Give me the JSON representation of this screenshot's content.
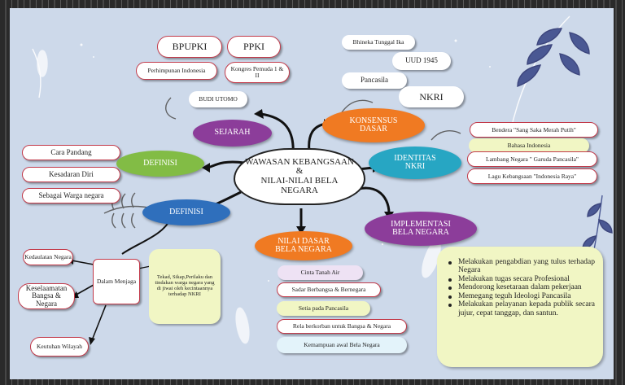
{
  "colors": {
    "background": "#cdd9ea",
    "purple": "#8c3d9a",
    "green": "#82bc45",
    "blue": "#2f6fbc",
    "orange": "#f07a22",
    "teal": "#27a6c3",
    "note_green": "#f1f6c4",
    "accent_red": "#c23a4a"
  },
  "center": {
    "line1": "WAWASAN KEBANGSAAN",
    "line2": "&",
    "line3": "NILAI-NILAI BELA NEGARA"
  },
  "sejarah": {
    "title": "SEJARAH",
    "items": [
      "BPUPKI",
      "PPKI",
      "Perhimpunan Indonesia",
      "Kongres Pemuda 1 & II",
      "BUDI UTOMO"
    ]
  },
  "konsensus": {
    "title": "KONSENSUS DASAR",
    "items": [
      "Bhineka Tunggal Ika",
      "UUD 1945",
      "Pancasila",
      "NKRI"
    ]
  },
  "identitas": {
    "title": "IDENTITAS NKRI",
    "items": [
      "Bendera \"Sang Saka Merah Putih\"",
      "Bahasa Indonesia",
      "Lambang Negara \" Garuda Pancasila\"",
      "Lagu Kebangsaan \"Indonesia Raya\""
    ]
  },
  "definisi1": {
    "title": "DEFINISI",
    "items": [
      "Cara Pandang",
      "Kesadaran Diri",
      "Sebagai Warga negara"
    ]
  },
  "definisi2": {
    "title": "DEFINISI",
    "hub": "Dalam Menjaga",
    "items": [
      "Kedaulatan Negara",
      "Keselaamatan Bangsa & Negara",
      "Keutuhan Wilayah"
    ],
    "note": "Tekad, Sikap,Perilaku dan tindakan warga negara yang di jiwai oleh kecintaannya terhadap NKRI"
  },
  "nilai": {
    "title": "NILAI DASAR BELA NEGARA",
    "items": [
      "Cinta Tanah Air",
      "Sadar Berbangsa & Bernegara",
      "Setia pada Pancasila",
      "Rela berkorban untuk Bangsa & Negara",
      "Kemampuan awal Bela Negara"
    ]
  },
  "implementasi": {
    "title": "IMPLEMENTASI BELA NEGARA",
    "items": [
      "Melakukan pengabdian yang tulus terhadap Negara",
      "Melakukan tugas secara Profesional",
      "Mendorong kesetaraan dalam pekerjaan",
      "Memegang teguh Ideologi Pancasila",
      "Melakukan pelayanan kepada publik secara jujur, cepat tanggap, dan santun."
    ]
  }
}
